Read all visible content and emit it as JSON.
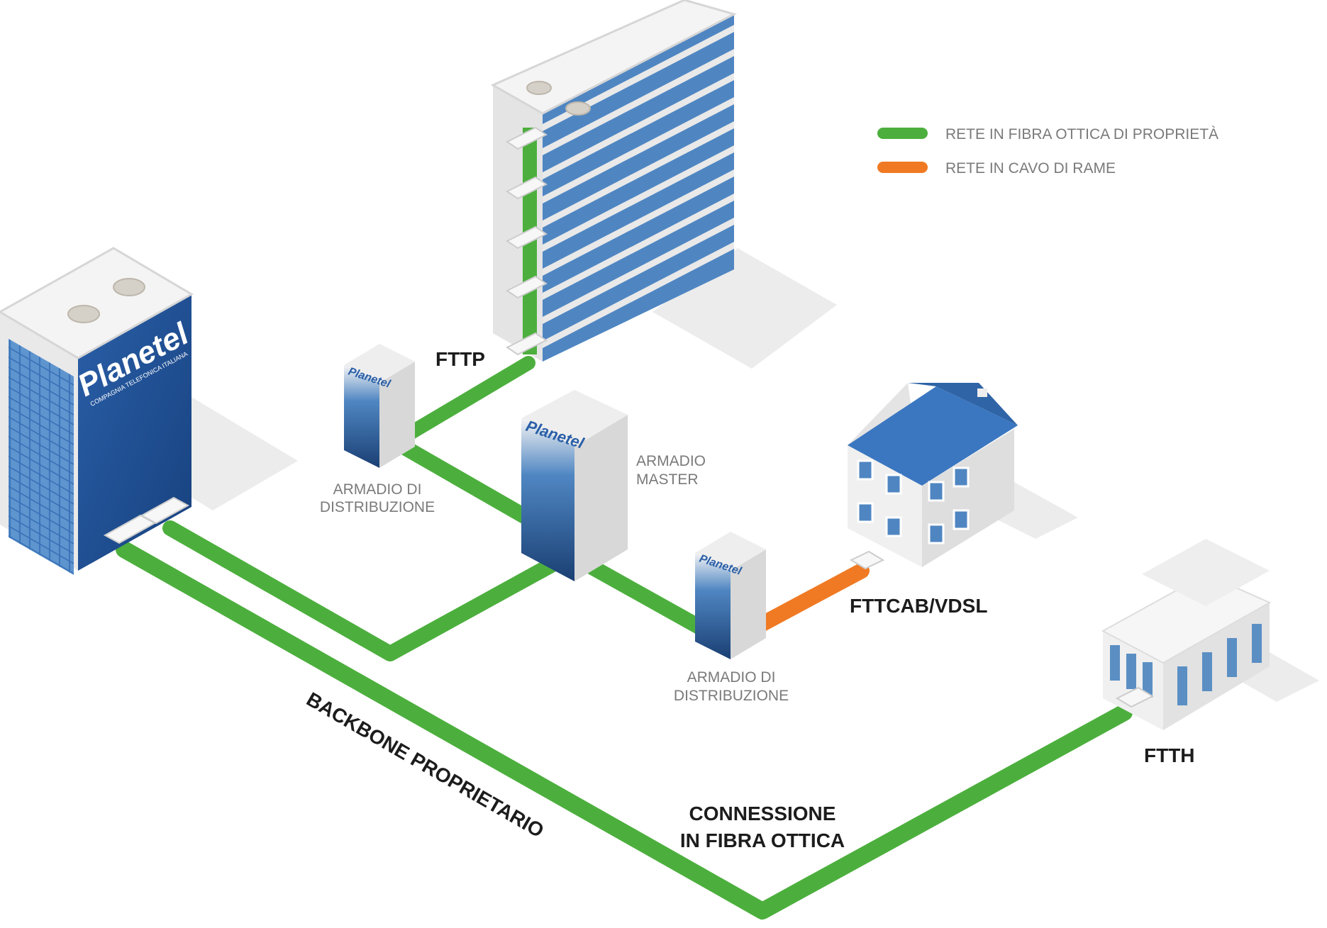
{
  "legend": {
    "items": [
      {
        "label": "RETE IN FIBRA OTTICA DI PROPRIETÀ",
        "color": "#4caf3d"
      },
      {
        "label": "RETE IN CAVO DI RAME",
        "color": "#f07a23"
      }
    ]
  },
  "brand": {
    "name": "Planetel",
    "tagline": "COMPAGNIA TELEFONICA ITALIANA"
  },
  "labels": {
    "fttp": "FTTP",
    "armadio_distribuzione_1": [
      "ARMADIO DI",
      "DISTRIBUZIONE"
    ],
    "armadio_master": [
      "ARMADIO",
      "MASTER"
    ],
    "armadio_distribuzione_2": [
      "ARMADIO DI",
      "DISTRIBUZIONE"
    ],
    "fttcab": "FTTCAB/VDSL",
    "ftth": "FTTH",
    "backbone": "BACKBONE PROPRIETARIO",
    "connessione": [
      "CONNESSIONE",
      "IN FIBRA OTTICA"
    ]
  },
  "colors": {
    "fiber": "#4caf3d",
    "copper": "#f07a23",
    "roof_blue": "#3b77c0",
    "window_blue": "#5b8fc4",
    "wall": "#f1f1f1",
    "wall_shade": "#d9d9d9",
    "shadow": "#e6e6e6"
  },
  "icons": [
    "server-cabinet-icon",
    "office-tower-icon",
    "house-icon",
    "business-building-icon",
    "data-center-icon",
    "rooftop-fan-icon"
  ]
}
